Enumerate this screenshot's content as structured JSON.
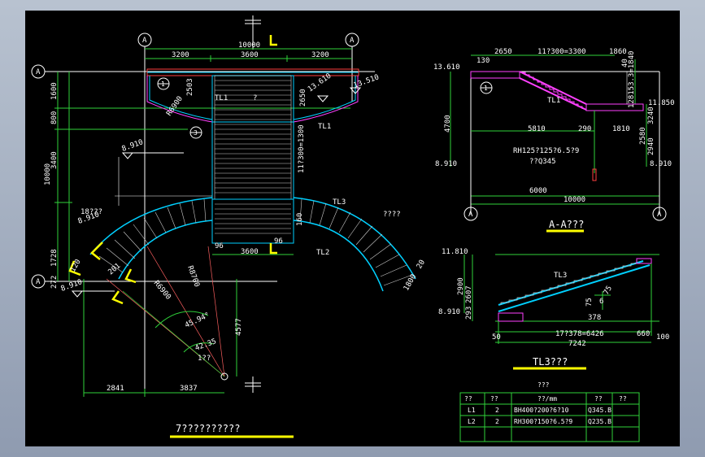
{
  "plan": {
    "grid_a": "A",
    "dim_total_top": "10000",
    "dim_left": "3200",
    "dim_mid": "3600",
    "dim_right": "3200",
    "dim_v_1600": "1600",
    "dim_v_800": "800",
    "dim_v_3400": "3400",
    "dim_v_10000": "10000",
    "dim_v_1728": "1728",
    "dim_v_272": "272",
    "elev_891_a": "8.910",
    "elev_891_b": "8.910",
    "elev_891_c": "8.910",
    "elev_1361_a": "13.610",
    "elev_1351": "13.510",
    "r_6900": "R6900",
    "r_8700": "R8700",
    "r_6900b": "R6900",
    "dim_2503": "2503",
    "dim_2650": "2650",
    "dim_11x300": "11?300=1300",
    "label_tl1_a": "TL1",
    "label_tl1_b": "TL1",
    "label_tl2": "TL2",
    "label_tl3": "TL3",
    "label_q": "?",
    "label_18": "18???",
    "label_qqqq": "????",
    "dim_3600_b": "3600",
    "dim_96_a": "96",
    "dim_96_b": "96",
    "dim_160": "160",
    "dim_1800": "1800",
    "dim_120": "120",
    "dim_201": "201",
    "dim_20": "20",
    "angle_4594": "45.94°",
    "angle_4235": "42.35",
    "angle_q": "1??",
    "dim_4577": "4577",
    "dim_2841": "2841",
    "dim_3837": "3837",
    "marker_1": "1",
    "marker_3": "3",
    "title": "7??????????"
  },
  "section": {
    "dim_2650": "2650",
    "dim_11x300": "11?300=3300",
    "dim_1860": "1860",
    "elev_1361": "13.610",
    "dim_130": "130",
    "dim_4700": "4700",
    "dim_5810": "5810",
    "dim_290": "290",
    "dim_1810": "1810",
    "dim_128": "128153.3=1840",
    "elev_1185": "11.850",
    "dim_2580": "2580",
    "dim_2940": "2940",
    "dim_3240": "3240",
    "dim_40": "40",
    "label_tl1": "TL1",
    "member": "RH125?125?6.5?9",
    "member_mat": "??Q345",
    "elev_891_a": "8.910",
    "elev_891_b": "8.910",
    "dim_6000": "6000",
    "dim_10000": "10000",
    "grid_a": "A",
    "marker_1": "1",
    "title": "A-A???"
  },
  "tl3": {
    "elev_1181": "11.810",
    "dim_2900": "2900",
    "dim_2607": "2607",
    "dim_293": "293",
    "elev_891": "8.910",
    "label": "TL3",
    "dim_75a": "75",
    "dim_75b": "75",
    "dim_6": "6",
    "dim_378": "378",
    "dim_17x378": "17?378=6426",
    "dim_50": "50",
    "dim_660": "660",
    "dim_100": "100",
    "dim_7242": "7242",
    "title": "TL3???"
  },
  "table": {
    "caption": "???",
    "headers": [
      "??",
      "??",
      "??/mm",
      "??",
      "??"
    ],
    "rows": [
      [
        "L1",
        "2",
        "BH400?200?6?10",
        "Q345.B",
        ""
      ],
      [
        "L2",
        "2",
        "RH300?150?6.5?9",
        "Q235.B",
        ""
      ]
    ]
  }
}
